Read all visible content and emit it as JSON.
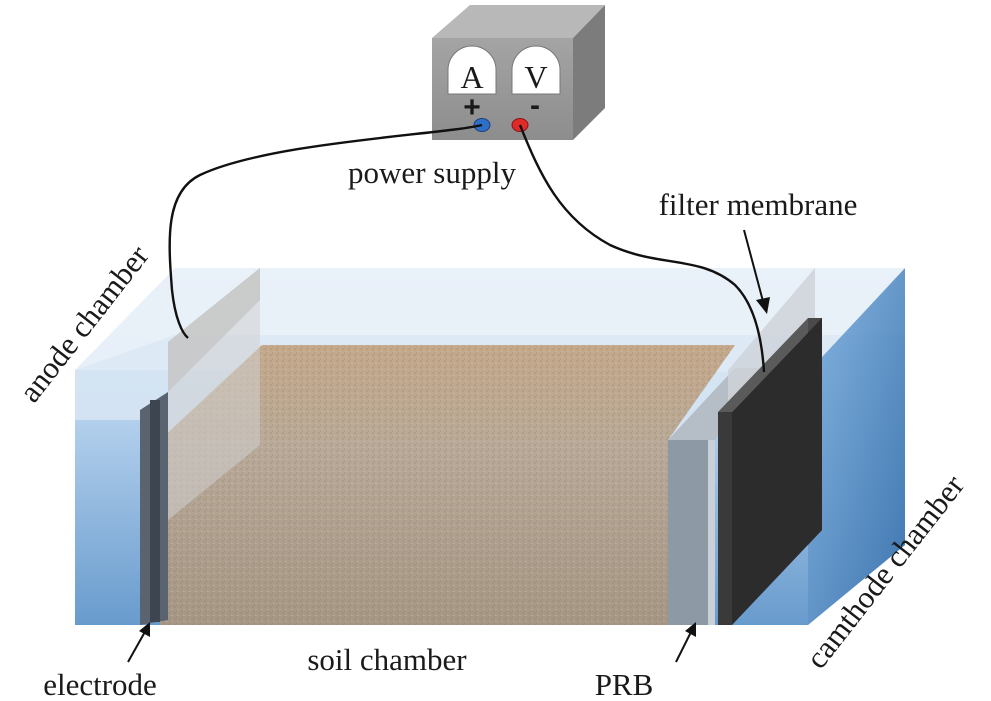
{
  "power_supply": {
    "meter_a": "A",
    "meter_v": "V",
    "plus_sign": "+",
    "minus_sign": "-",
    "label": "power supply",
    "positive_terminal_color": "#2f6fc8",
    "negative_terminal_color": "#e02a2a"
  },
  "labels": {
    "filter_membrane": "filter membrane",
    "anode_chamber": "anode chamber",
    "cathode_chamber": "camthode chamber",
    "electrode": "electrode",
    "soil_chamber": "soil chamber",
    "prb": "PRB"
  },
  "colors": {
    "water": "#6aa0d6",
    "soil": "#b6a693",
    "membrane": "#2c2c2c",
    "prb": "#8e99a6",
    "box": "#9a9a9a"
  }
}
